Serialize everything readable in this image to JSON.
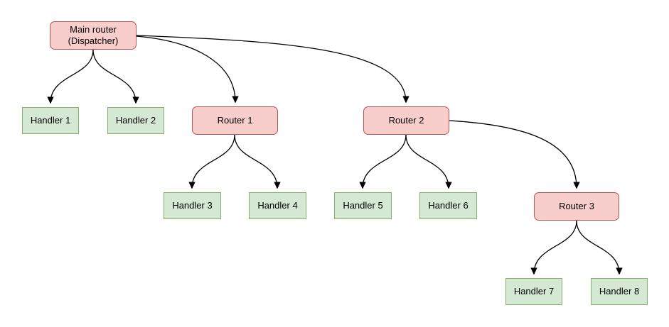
{
  "diagram": {
    "type": "tree",
    "nodes": {
      "main": {
        "label": "Main router\n(Dispatcher)",
        "kind": "router"
      },
      "h1": {
        "label": "Handler 1",
        "kind": "handler"
      },
      "h2": {
        "label": "Handler 2",
        "kind": "handler"
      },
      "r1": {
        "label": "Router 1",
        "kind": "router"
      },
      "r2": {
        "label": "Router 2",
        "kind": "router"
      },
      "h3": {
        "label": "Handler 3",
        "kind": "handler"
      },
      "h4": {
        "label": "Handler 4",
        "kind": "handler"
      },
      "h5": {
        "label": "Handler 5",
        "kind": "handler"
      },
      "h6": {
        "label": "Handler 6",
        "kind": "handler"
      },
      "r3": {
        "label": "Router 3",
        "kind": "router"
      },
      "h7": {
        "label": "Handler 7",
        "kind": "handler"
      },
      "h8": {
        "label": "Handler 8",
        "kind": "handler"
      }
    },
    "edges": [
      {
        "from": "main",
        "to": "h1"
      },
      {
        "from": "main",
        "to": "h2"
      },
      {
        "from": "main",
        "to": "r1"
      },
      {
        "from": "main",
        "to": "r2"
      },
      {
        "from": "r1",
        "to": "h3"
      },
      {
        "from": "r1",
        "to": "h4"
      },
      {
        "from": "r2",
        "to": "h5"
      },
      {
        "from": "r2",
        "to": "h6"
      },
      {
        "from": "r2",
        "to": "r3"
      },
      {
        "from": "r3",
        "to": "h7"
      },
      {
        "from": "r3",
        "to": "h8"
      }
    ],
    "colors": {
      "router_fill": "#f8cecc",
      "router_border": "#b85450",
      "handler_fill": "#d5e8d4",
      "handler_border": "#82b366",
      "edge": "#000000",
      "background": "#ffffff"
    }
  }
}
